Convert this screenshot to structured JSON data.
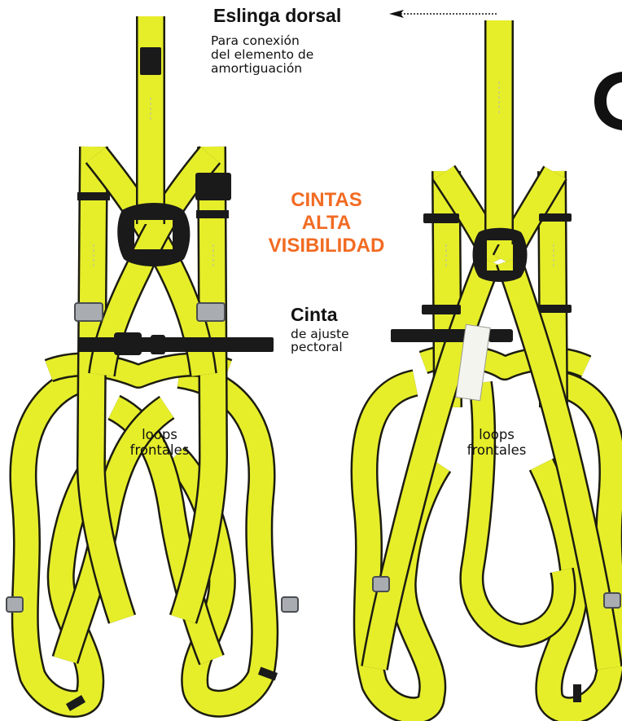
{
  "labels": {
    "dorsal_title": "Eslinga dorsal",
    "dorsal_desc": [
      "Para conexión",
      "del elemento de",
      "amortiguación"
    ],
    "hivis": [
      "CINTAS",
      "ALTA",
      "VISIBILIDAD"
    ],
    "chest_title": "Cinta",
    "chest_desc": [
      "de ajuste",
      "pectoral"
    ],
    "loops_left": [
      "loops",
      "frontales"
    ],
    "loops_right": [
      "loops",
      "frontales"
    ]
  },
  "colors": {
    "webbing": "#e6ee2a",
    "webbing_edge": "#1c1c10",
    "stitch": "#b7b9b0",
    "hardware": "#1a1a1a",
    "buckle": "#9aa0a6",
    "accent_orange": "#f26b22",
    "text": "#111111"
  },
  "icons": {
    "arrow": "arrow-left-icon",
    "partial_logo": "logo-partial-c"
  }
}
